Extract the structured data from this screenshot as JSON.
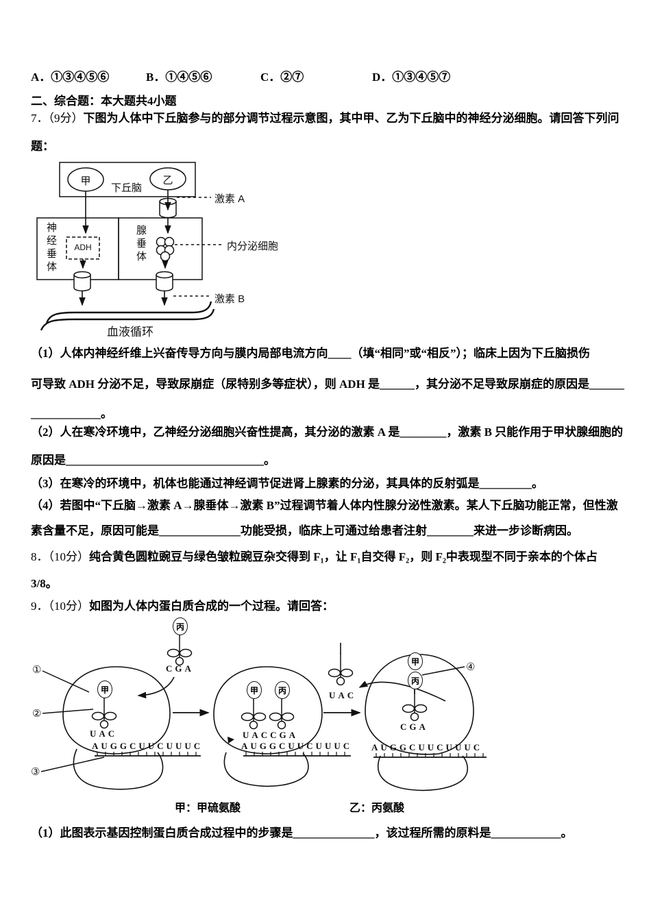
{
  "options": {
    "a": "A．①③④⑤⑥",
    "b": "B．①④⑤⑥",
    "c": "C．②⑦",
    "d": "D．①③④⑤⑦"
  },
  "section_header": "二、综合题：本大题共4小题",
  "q7": {
    "prefix": "7．（9分）",
    "intro1": "下图为人体中下丘脑参与的部分调节过程示意图，其中甲、乙为下丘脑中的神经分泌细胞。请回答下列问",
    "intro2": "题：",
    "p1_l1": "（1）人体内神经纤维上兴奋传导方向与膜内局部电流方向____（填“相同”或“相反”）；临床上因为下丘脑损伤",
    "p1_l2": "可导致 ADH 分泌不足，导致尿崩症（尿特别多等症状），则 ADH 是______，其分泌不足导致尿崩症的原因是______",
    "p1_l3": "____________。",
    "p2_l1": "（2）人在寒冷环境中，乙神经分泌细胞兴奋性提高，其分泌的激素 A 是________，激素 B 只能作用于甲状腺细胞的",
    "p2_l2": "原因是__________________________________。",
    "p3": "（3）在寒冷的环境中，机体也能通过神经调节促进肾上腺素的分泌，其具体的反射弧是_________。",
    "p4_l1": "（4）若图中“下丘脑→激素 A→腺垂体→激素 B”过程调节着人体内性腺分泌性激素。某人下丘脑功能正常，但性激",
    "p4_l2": "素含量不足，原因可能是______________功能受损，临床上可通过给患者注射________来进一步诊断病因。"
  },
  "q8": {
    "prefix": "8．（10分）",
    "l1": "纯合黄色圆粒豌豆与绿色皱粒豌豆杂交得到 F₁，让 F₁自交得 F₂，则 F₂中表现型不同于亲本的个体占",
    "l2": "3/8。"
  },
  "q9": {
    "prefix": "9．（10分）",
    "text": "如图为人体内蛋白质合成的一个过程。请回答：",
    "caption_jia": "甲：甲硫氨酸",
    "caption_yi": "乙：丙氨酸",
    "p1": "（1）此图表示基因控制蛋白质合成过程中的步骤是______________，该过程所需的原料是____________。"
  },
  "diagram1": {
    "jia": "甲",
    "yi": "乙",
    "hypothalamus": "下丘脑",
    "hormone_a": "激素 A",
    "adh": "ADH",
    "neurohypophysis": "神经垂体",
    "adenohypophysis": "腺垂体",
    "endocrine_cell": "内分泌细胞",
    "hormone_b": "激素 B",
    "blood": "血液循环"
  },
  "diagram2": {
    "l1": "①",
    "l2": "②",
    "l3": "③",
    "l4": "④",
    "jia": "甲",
    "bing": "丙",
    "cga": "CGA",
    "uac": "UAC",
    "uaccga": "UACCGA",
    "mrna": "AUGGCUUCUUUC"
  }
}
